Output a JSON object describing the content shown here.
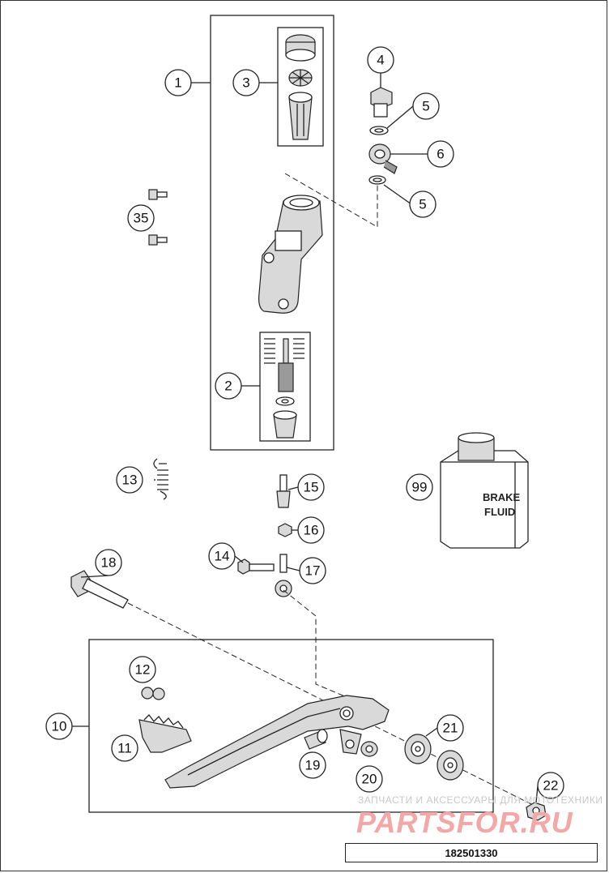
{
  "callouts": {
    "c1": "1",
    "c2": "2",
    "c3": "3",
    "c4": "4",
    "c5a": "5",
    "c5b": "5",
    "c6": "6",
    "c10": "10",
    "c11": "11",
    "c12": "12",
    "c13": "13",
    "c14": "14",
    "c15": "15",
    "c16": "16",
    "c17": "17",
    "c18": "18",
    "c19": "19",
    "c20": "20",
    "c21": "21",
    "c22": "22",
    "c35": "35",
    "c99": "99"
  },
  "bottle_label": {
    "line1": "BRAKE",
    "line2": "FLUID"
  },
  "watermark": {
    "top": "ЗАПЧАСТИ И АКСЕССУАРЫ ДЛЯ МОТОТЕХНИКИ",
    "logo": "PARTSFOR.RU"
  },
  "drawing_code": "182501330"
}
